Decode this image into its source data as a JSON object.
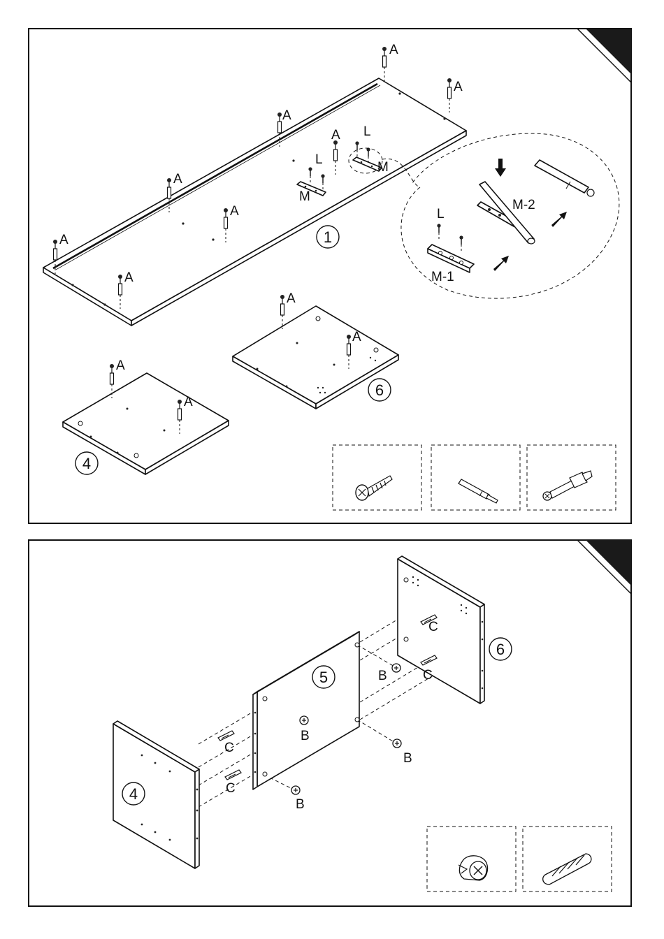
{
  "colors": {
    "ink": "#111111",
    "paper": "#ffffff",
    "corner": "#1a1a1a"
  },
  "step1": {
    "part_labels": {
      "top_panel": "1",
      "left_panel": "4",
      "right_panel": "6"
    },
    "fittings": {
      "cam_bolt": "A",
      "screw": "L",
      "bracket": "M",
      "bracket_part1": "M-1",
      "bracket_part2": "M-2"
    },
    "parts_legend_icons": [
      "screw-icon",
      "pin-icon",
      "cam-bolt-icon"
    ]
  },
  "step2": {
    "part_labels": {
      "left_panel": "4",
      "middle_panel": "5",
      "right_panel": "6"
    },
    "fittings": {
      "cam_lock": "B",
      "dowel": "C"
    },
    "parts_legend_icons": [
      "cam-lock-icon",
      "dowel-icon"
    ]
  }
}
